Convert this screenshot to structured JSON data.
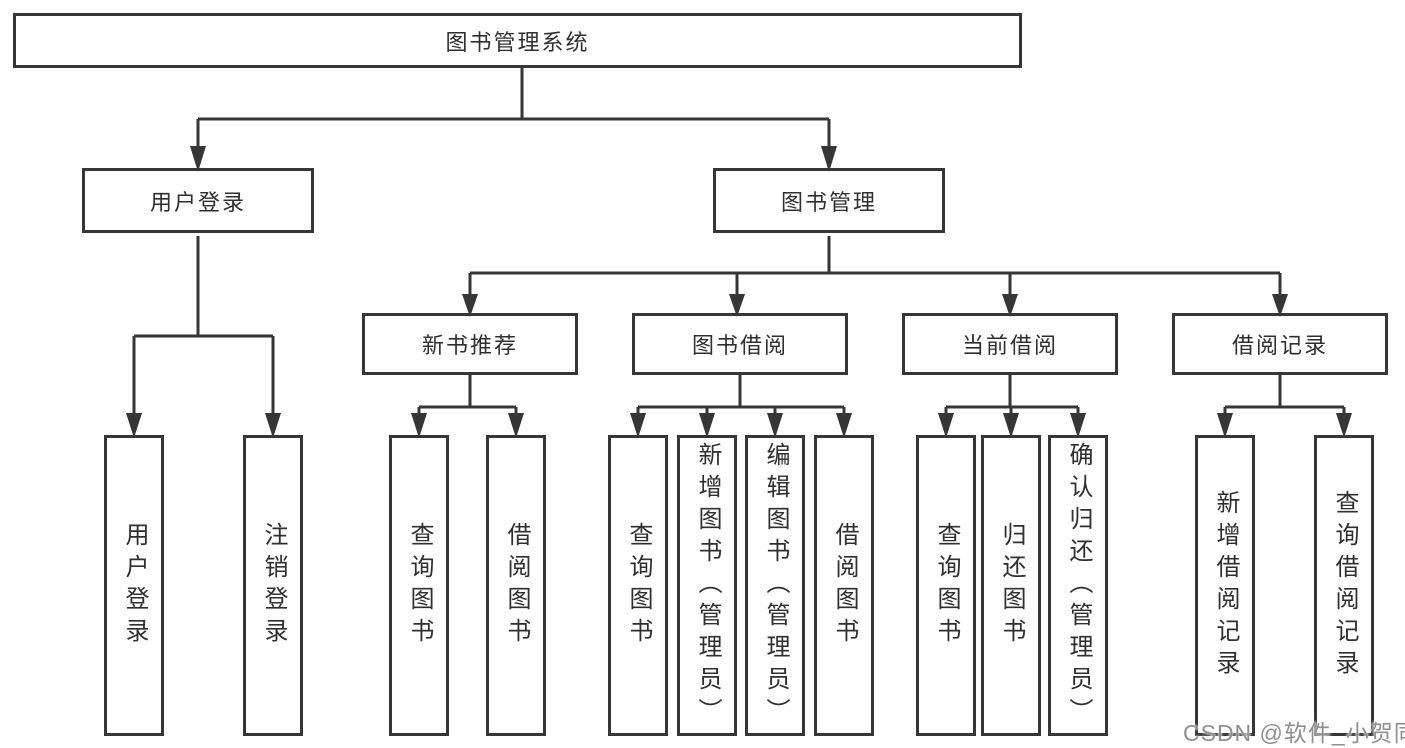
{
  "tree": {
    "root": {
      "label": "图书管理系统"
    },
    "branches": [
      {
        "label": "用户登录",
        "children": [
          {
            "label": "用户登录"
          },
          {
            "label": "注销登录"
          }
        ]
      },
      {
        "label": "图书管理",
        "children": [
          {
            "label": "新书推荐",
            "children": [
              {
                "label": "查询图书"
              },
              {
                "label": "借阅图书"
              }
            ]
          },
          {
            "label": "图书借阅",
            "children": [
              {
                "label": "查询图书"
              },
              {
                "label": "新增图书（管理员）"
              },
              {
                "label": "编辑图书（管理员）"
              },
              {
                "label": "借阅图书"
              }
            ]
          },
          {
            "label": "当前借阅",
            "children": [
              {
                "label": "查询图书"
              },
              {
                "label": "归还图书"
              },
              {
                "label": "确认归还（管理员）"
              }
            ]
          },
          {
            "label": "借阅记录",
            "children": [
              {
                "label": "新增借阅记录"
              },
              {
                "label": "查询借阅记录"
              }
            ]
          }
        ]
      }
    ]
  },
  "watermark": {
    "text": "CSDN @软件_小贺同学"
  },
  "colors": {
    "line": "#363636",
    "box_border": "#363636",
    "text": "#2f2f2f",
    "watermark": "#8f8f8f",
    "background": "#ffffff"
  }
}
